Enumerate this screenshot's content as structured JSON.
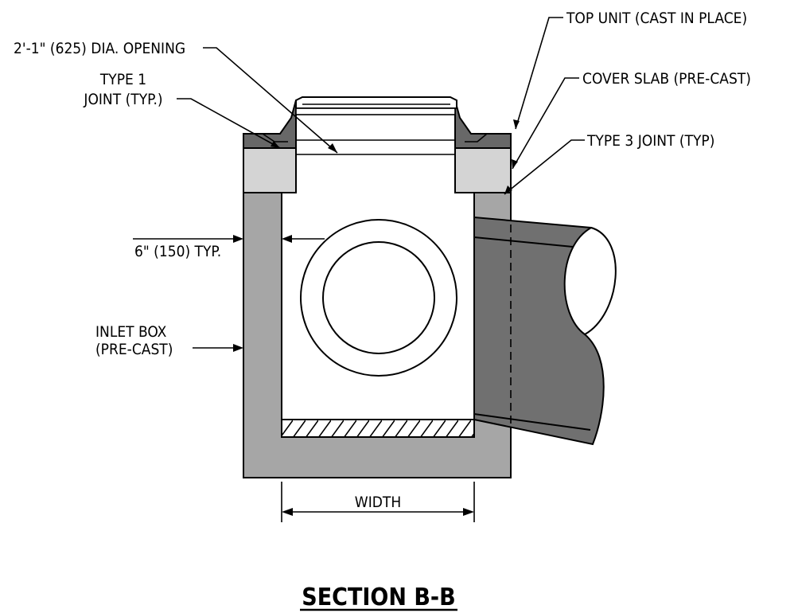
{
  "drawing": {
    "title": "SECTION B-B",
    "colors": {
      "light_concrete": "#d4d4d4",
      "medium_concrete": "#a6a6a6",
      "dark_concrete": "#686868",
      "pipe": "#707070",
      "line": "#000000"
    },
    "labels": {
      "top_unit": "TOP UNIT (CAST IN PLACE)",
      "opening": "2'-1\" (625) DIA. OPENING",
      "cover_slab": "COVER SLAB (PRE-CAST)",
      "type1_line1": "TYPE 1",
      "type1_line2": "JOINT (TYP.)",
      "type3_joint": "TYPE 3 JOINT (TYP)",
      "wall_thickness": "6\" (150) TYP.",
      "inlet_line1": "INLET BOX",
      "inlet_line2": "(PRE-CAST)",
      "width": "WIDTH"
    }
  }
}
